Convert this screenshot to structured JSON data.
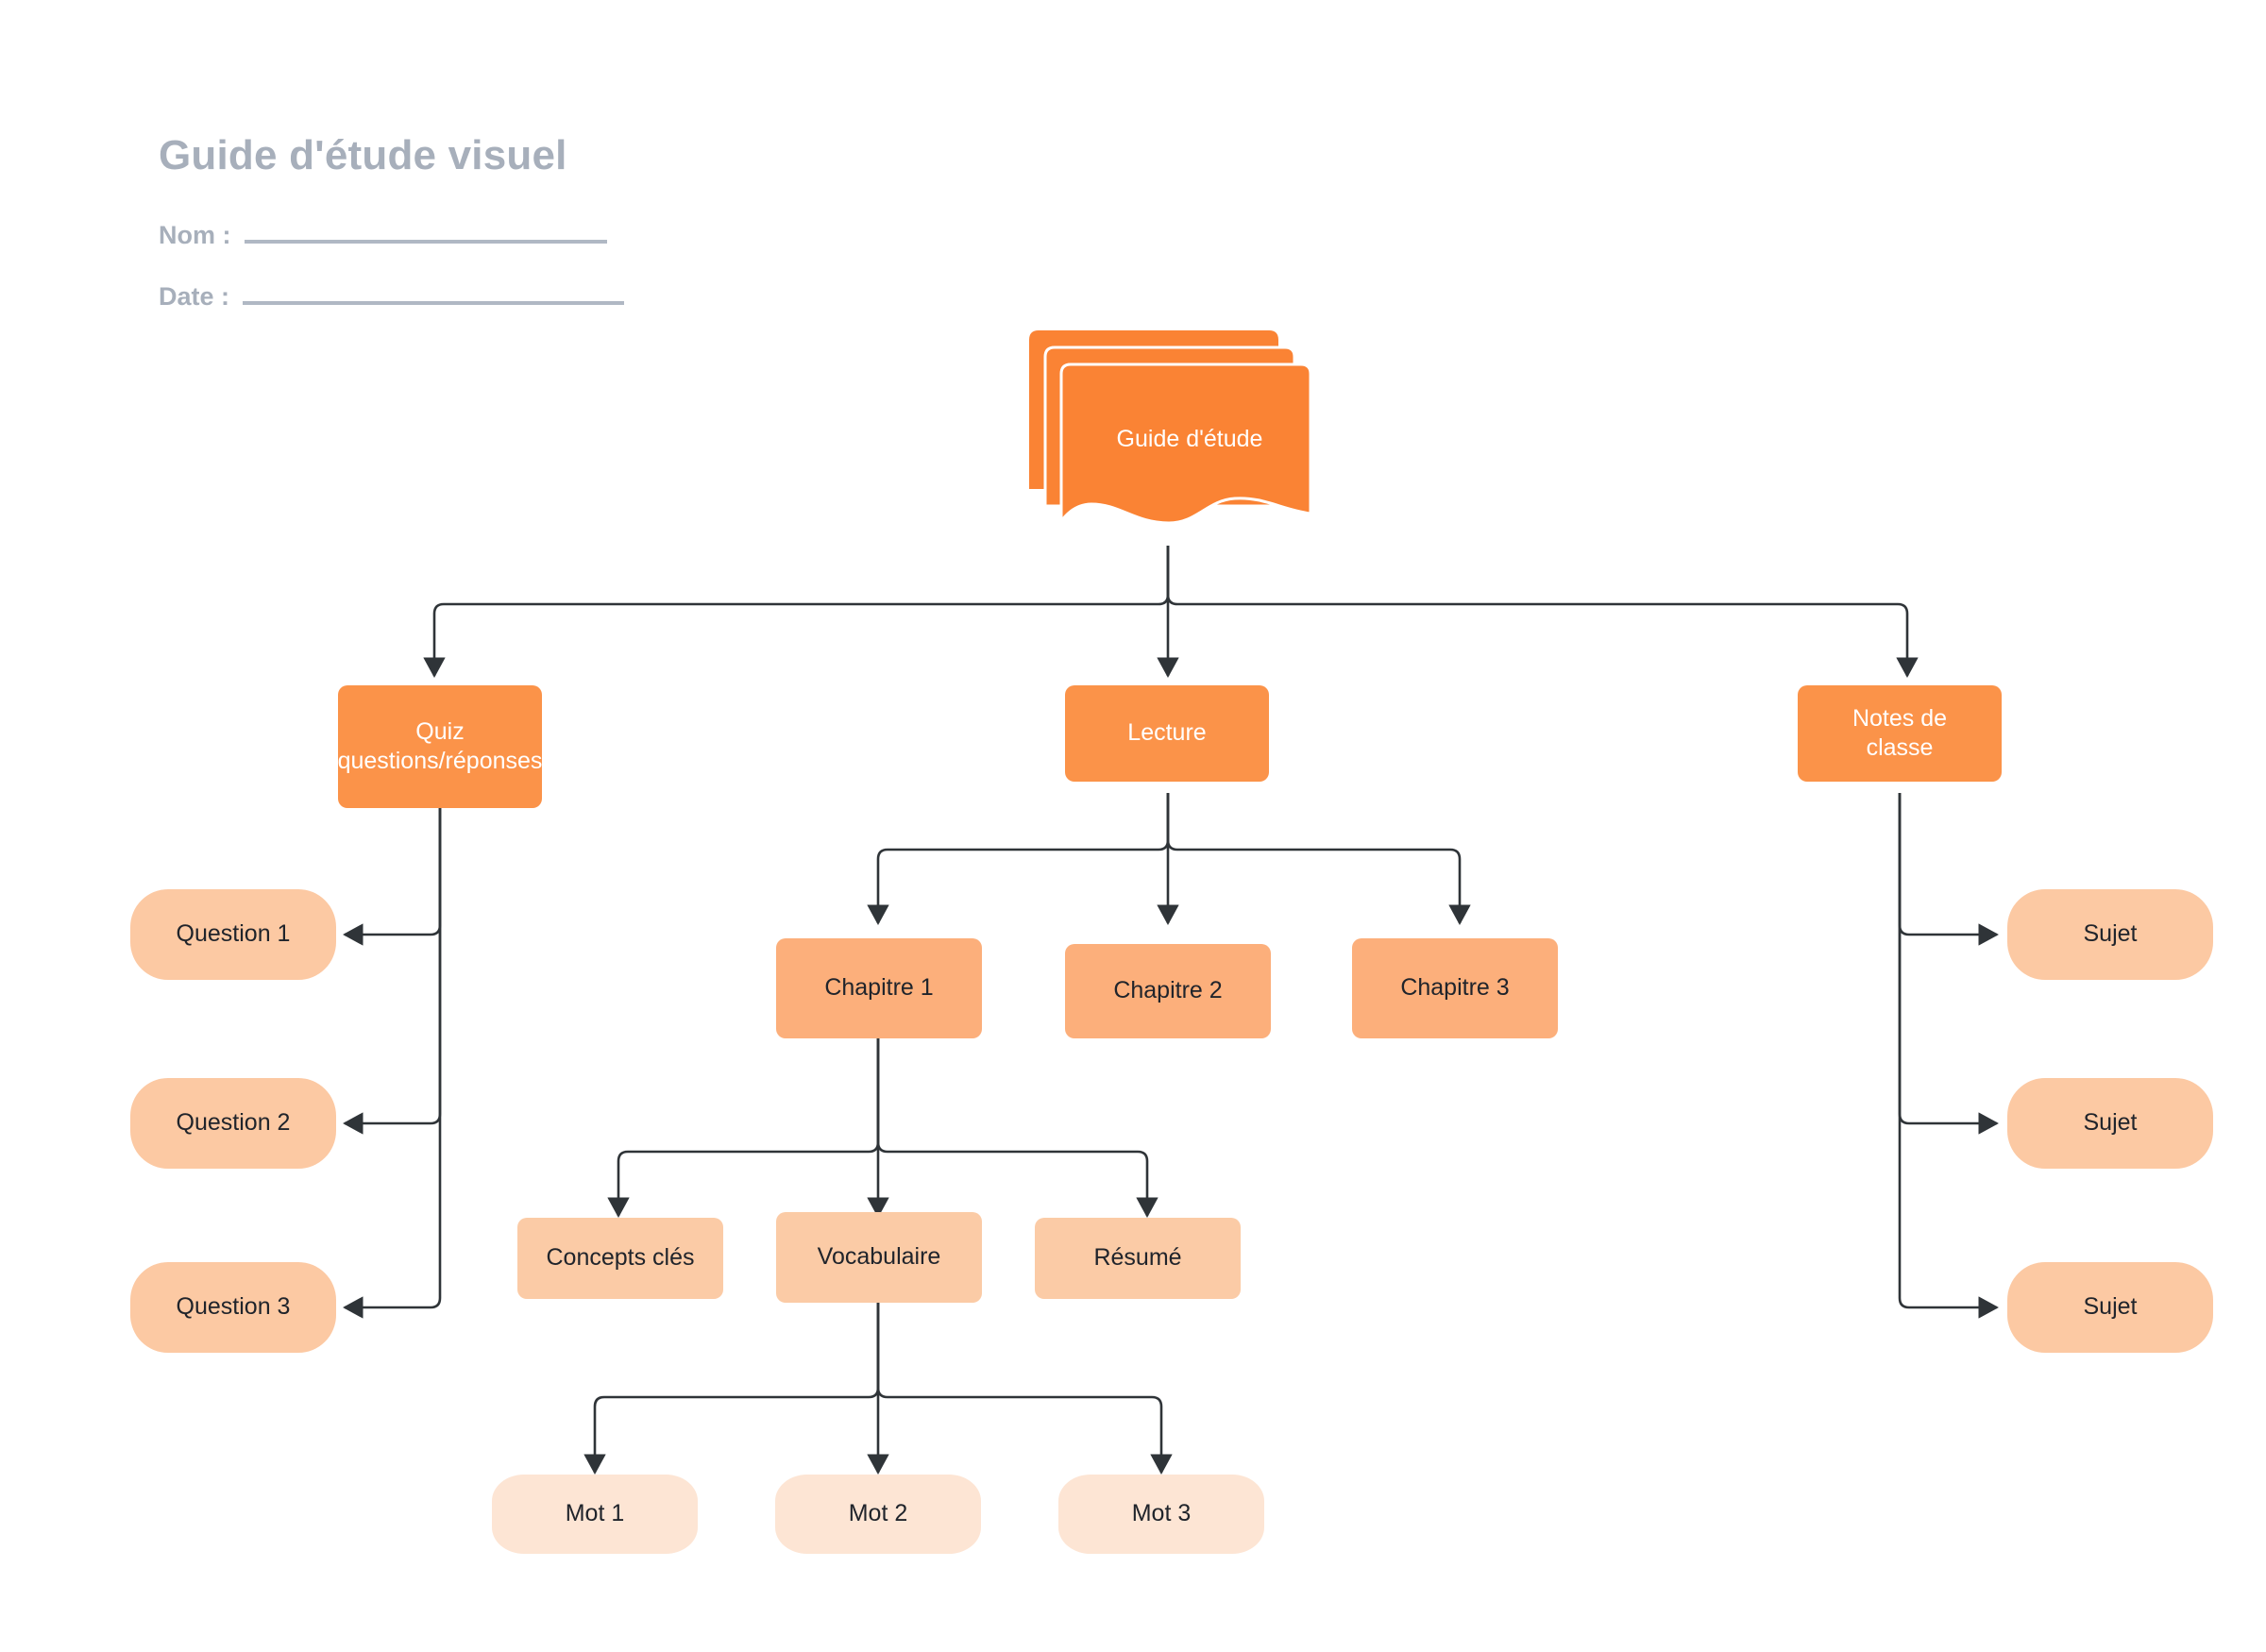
{
  "header": {
    "title": "Guide d'étude visuel",
    "name_label": "Nom :",
    "date_label": "Date :"
  },
  "colors": {
    "title_text": "#a7afbb",
    "rule": "#b0b8c4",
    "root_fill": "#FA8334",
    "level1_fill": "#FB9349",
    "level2_fill": "#FCAF7B",
    "pill_fill": "#FCC9A3",
    "level3_fill": "#FBCBA6",
    "level4_fill": "#FDE5D4",
    "edge": "#2f3438",
    "node_text_light": "#ffffff",
    "node_text_dark": "#20242b"
  },
  "diagram": {
    "type": "tree",
    "root": {
      "label": "Guide d'étude",
      "shape": "multi-document"
    },
    "branches": [
      {
        "label": "Quiz\nquestions/réponses",
        "children": [
          {
            "label": "Question 1",
            "shape": "pill"
          },
          {
            "label": "Question 2",
            "shape": "pill"
          },
          {
            "label": "Question 3",
            "shape": "pill"
          }
        ]
      },
      {
        "label": "Lecture",
        "children": [
          {
            "label": "Chapitre 1",
            "shape": "rect",
            "children": [
              {
                "label": "Concepts clés",
                "shape": "rect"
              },
              {
                "label": "Vocabulaire",
                "shape": "rect",
                "children": [
                  {
                    "label": "Mot 1",
                    "shape": "barrel"
                  },
                  {
                    "label": "Mot 2",
                    "shape": "barrel"
                  },
                  {
                    "label": "Mot 3",
                    "shape": "barrel"
                  }
                ]
              },
              {
                "label": "Résumé",
                "shape": "rect"
              }
            ]
          },
          {
            "label": "Chapitre 2",
            "shape": "rect"
          },
          {
            "label": "Chapitre 3",
            "shape": "rect"
          }
        ]
      },
      {
        "label": "Notes de\nclasse",
        "children": [
          {
            "label": "Sujet",
            "shape": "pill"
          },
          {
            "label": "Sujet",
            "shape": "pill"
          },
          {
            "label": "Sujet",
            "shape": "pill"
          }
        ]
      }
    ],
    "nodes": {
      "root": "Guide d'étude",
      "quiz": "Quiz\nquestions/réponses",
      "lecture": "Lecture",
      "notes": "Notes de\nclasse",
      "question1": "Question 1",
      "question2": "Question 2",
      "question3": "Question 3",
      "chapitre1": "Chapitre 1",
      "chapitre2": "Chapitre 2",
      "chapitre3": "Chapitre 3",
      "sujet1": "Sujet",
      "sujet2": "Sujet",
      "sujet3": "Sujet",
      "concepts": "Concepts clés",
      "vocabulaire": "Vocabulaire",
      "resume": "Résumé",
      "mot1": "Mot 1",
      "mot2": "Mot 2",
      "mot3": "Mot 3"
    }
  }
}
